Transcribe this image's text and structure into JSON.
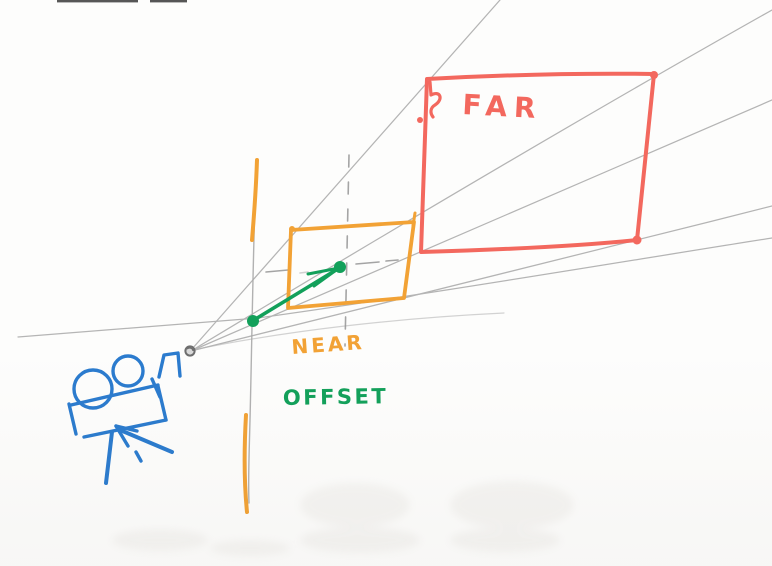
{
  "diagram": {
    "labels": {
      "far": "FAR",
      "near": "NEAR",
      "offset": "OFFSET"
    },
    "colors": {
      "far_red": "#f3685e",
      "near_orange": "#f2a235",
      "offset_green": "#12a05a",
      "camera_blue": "#2b7bce",
      "pencil_gray": "#a8a8a8",
      "pencil_dark": "#8f8f8f",
      "eye_dot_gray": "#6e6e6e",
      "edge_mark_dark": "#3a3a3a",
      "paper_white": "#fdfdfc",
      "smudge_gray": "#b3aca1"
    }
  }
}
